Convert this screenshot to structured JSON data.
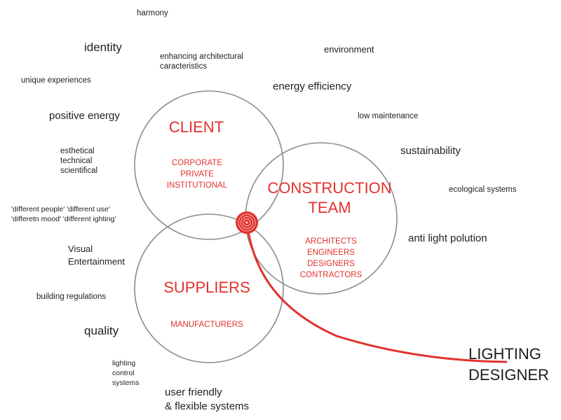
{
  "accent_color": "#e2312d",
  "circle_color": "#8c8c8c",
  "circles": {
    "client": {
      "title": "CLIENT",
      "sub": [
        "CORPORATE",
        "PRIVATE",
        "INSTITUTIONAL"
      ]
    },
    "construction": {
      "title": [
        "CONSTRUCTION",
        "TEAM"
      ],
      "sub": [
        "ARCHITECTS",
        "ENGINEERS",
        "DESIGNERS",
        "CONTRACTORS"
      ]
    },
    "suppliers": {
      "title": "SUPPLIERS",
      "sub": [
        "MANUFACTURERS"
      ]
    }
  },
  "center_icon": "target-spiral-icon",
  "lighting_designer": [
    "LIGHTING",
    "DESIGNER"
  ],
  "keywords": {
    "harmony": "harmony",
    "identity": "identity",
    "enhancing": [
      "enhancing architectural",
      "caracteristics"
    ],
    "environment": "environment",
    "unique_experiences": "unique experiences",
    "energy_efficiency": "energy efficiency",
    "positive_energy": "positive energy",
    "low_maintenance": "low maintenance",
    "esthetical": [
      "esthetical",
      "technical",
      "scientifical"
    ],
    "sustainability": "sustainability",
    "ecological_systems": "ecological systems",
    "different": [
      "'different people'  'different use'",
      "'differetn mood'  'different ighting'"
    ],
    "anti_light_pollution": "anti light polution",
    "visual_entertainment": [
      "Visual",
      "Entertainment"
    ],
    "building_regulations": "building regulations",
    "quality": "quality",
    "lighting_control": [
      "lighting",
      "control",
      "systems"
    ],
    "user_friendly": [
      "user friendly",
      "& flexible systems"
    ]
  }
}
